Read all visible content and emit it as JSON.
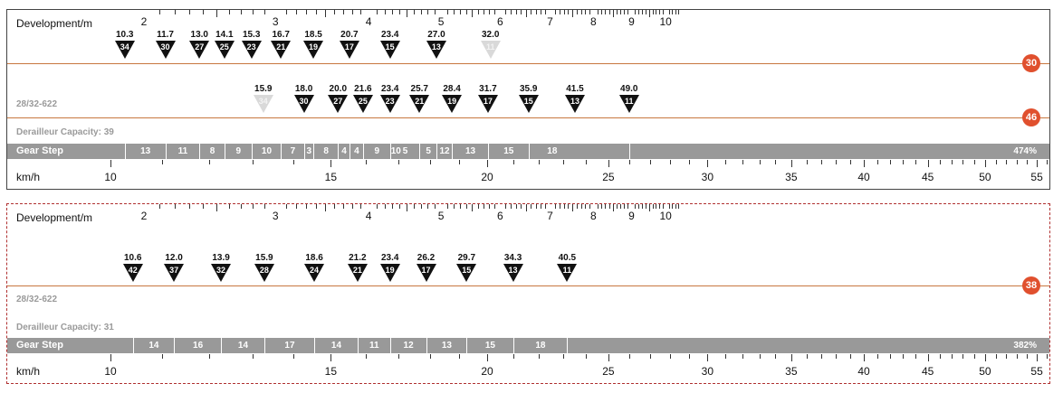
{
  "colors": {
    "accent": "#e0502e",
    "line": "#c8773f",
    "gear_fill": "#111111",
    "gear_faded": "#d9d9d9",
    "stepbar": "#999999"
  },
  "panels": [
    {
      "development_label": "Development/m",
      "dev_ticks": [
        "2",
        "3",
        "4",
        "5",
        "6",
        "7",
        "8",
        "9",
        "10"
      ],
      "chainrings": [
        {
          "teeth": "30",
          "cogs": [
            {
              "dev": "10.3",
              "teeth": "34",
              "faded": false
            },
            {
              "dev": "11.7",
              "teeth": "30",
              "faded": false
            },
            {
              "dev": "13.0",
              "teeth": "27",
              "faded": false
            },
            {
              "dev": "14.1",
              "teeth": "25",
              "faded": false
            },
            {
              "dev": "15.3",
              "teeth": "23",
              "faded": false
            },
            {
              "dev": "16.7",
              "teeth": "21",
              "faded": false
            },
            {
              "dev": "18.5",
              "teeth": "19",
              "faded": false
            },
            {
              "dev": "20.7",
              "teeth": "17",
              "faded": false
            },
            {
              "dev": "23.4",
              "teeth": "15",
              "faded": false
            },
            {
              "dev": "27.0",
              "teeth": "13",
              "faded": false
            },
            {
              "dev": "32.0",
              "teeth": "11",
              "faded": true
            }
          ]
        },
        {
          "teeth": "46",
          "cogs": [
            {
              "dev": "15.9",
              "teeth": "34",
              "faded": true
            },
            {
              "dev": "18.0",
              "teeth": "30",
              "faded": false
            },
            {
              "dev": "20.0",
              "teeth": "27",
              "faded": false
            },
            {
              "dev": "21.6",
              "teeth": "25",
              "faded": false
            },
            {
              "dev": "23.4",
              "teeth": "23",
              "faded": false
            },
            {
              "dev": "25.7",
              "teeth": "21",
              "faded": false
            },
            {
              "dev": "28.4",
              "teeth": "19",
              "faded": false
            },
            {
              "dev": "31.7",
              "teeth": "17",
              "faded": false
            },
            {
              "dev": "35.9",
              "teeth": "15",
              "faded": false
            },
            {
              "dev": "41.5",
              "teeth": "13",
              "faded": false
            },
            {
              "dev": "49.0",
              "teeth": "11",
              "faded": false
            }
          ]
        }
      ],
      "tire": "28/32-622",
      "derailleur_capacity": "Derailleur Capacity: 39",
      "gear_step_label": "Gear Step",
      "gear_steps": [
        "13",
        "11",
        "8",
        "9",
        "10",
        "7",
        "3",
        "8",
        "4",
        "4",
        "9",
        "10",
        "5",
        "5",
        "12",
        "13",
        "15",
        "18"
      ],
      "gear_range": "474%",
      "speed_label": "km/h",
      "speed_ticks": [
        "10",
        "15",
        "20",
        "25",
        "30",
        "35",
        "40",
        "45",
        "50",
        "55"
      ]
    },
    {
      "development_label": "Development/m",
      "dev_ticks": [
        "2",
        "3",
        "4",
        "5",
        "6",
        "7",
        "8",
        "9",
        "10"
      ],
      "chainrings": [
        {
          "teeth": "38",
          "cogs": [
            {
              "dev": "10.6",
              "teeth": "42",
              "faded": false
            },
            {
              "dev": "12.0",
              "teeth": "37",
              "faded": false
            },
            {
              "dev": "13.9",
              "teeth": "32",
              "faded": false
            },
            {
              "dev": "15.9",
              "teeth": "28",
              "faded": false
            },
            {
              "dev": "18.6",
              "teeth": "24",
              "faded": false
            },
            {
              "dev": "21.2",
              "teeth": "21",
              "faded": false
            },
            {
              "dev": "23.4",
              "teeth": "19",
              "faded": false
            },
            {
              "dev": "26.2",
              "teeth": "17",
              "faded": false
            },
            {
              "dev": "29.7",
              "teeth": "15",
              "faded": false
            },
            {
              "dev": "34.3",
              "teeth": "13",
              "faded": false
            },
            {
              "dev": "40.5",
              "teeth": "11",
              "faded": false
            }
          ]
        }
      ],
      "tire": "28/32-622",
      "derailleur_capacity": "Derailleur Capacity: 31",
      "gear_step_label": "Gear Step",
      "gear_steps": [
        "14",
        "16",
        "14",
        "17",
        "14",
        "11",
        "12",
        "13",
        "15",
        "18"
      ],
      "gear_range": "382%",
      "speed_label": "km/h",
      "speed_ticks": [
        "10",
        "15",
        "20",
        "25",
        "30",
        "35",
        "40",
        "45",
        "50",
        "55"
      ]
    }
  ]
}
